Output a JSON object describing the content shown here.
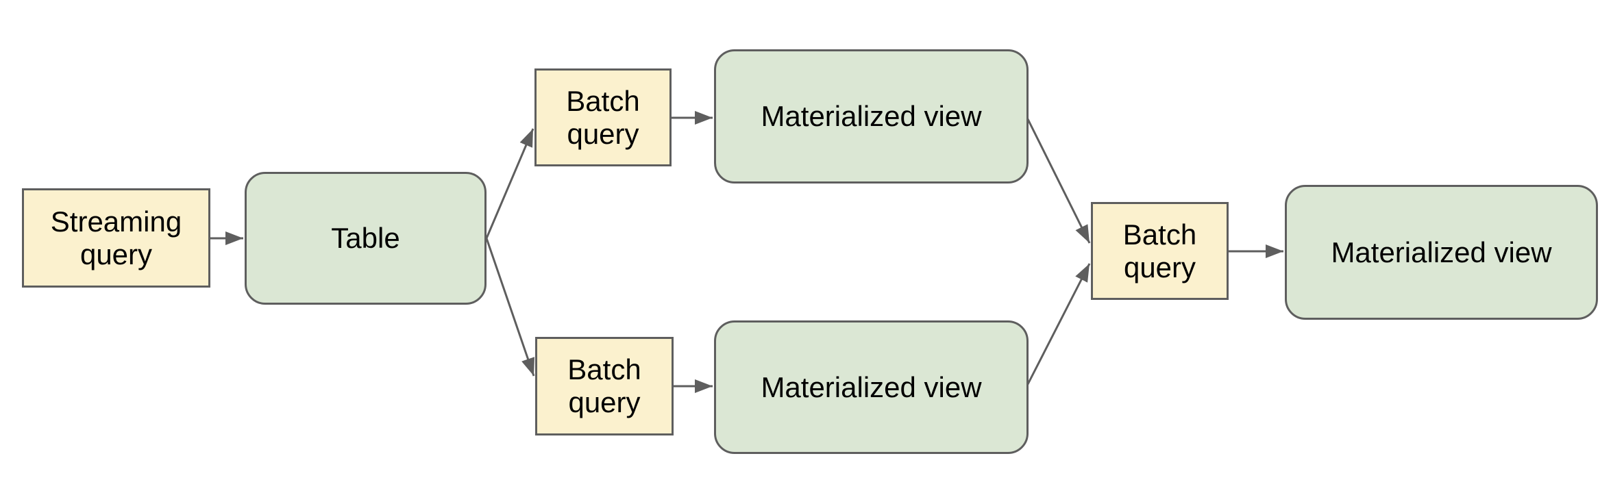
{
  "diagram": {
    "background": "#ffffff",
    "colors": {
      "query_box_fill": "#fbf1ce",
      "table_view_fill": "#dbe7d4",
      "border": "#5e5e5e",
      "connector": "#5e5e5e",
      "text": "#000000"
    },
    "nodes": [
      {
        "id": "streaming-query",
        "label": "Streaming query",
        "shape": "rectangle",
        "fill": "#fbf1ce"
      },
      {
        "id": "table",
        "label": "Table",
        "shape": "rounded-rectangle",
        "fill": "#dbe7d4"
      },
      {
        "id": "batch-query-top",
        "label": "Batch query",
        "shape": "rectangle",
        "fill": "#fbf1ce"
      },
      {
        "id": "materialized-view-top",
        "label": "Materialized view",
        "shape": "rounded-rectangle",
        "fill": "#dbe7d4"
      },
      {
        "id": "batch-query-bottom",
        "label": "Batch query",
        "shape": "rectangle",
        "fill": "#fbf1ce"
      },
      {
        "id": "materialized-view-bottom",
        "label": "Materialized view",
        "shape": "rounded-rectangle",
        "fill": "#dbe7d4"
      },
      {
        "id": "batch-query-right",
        "label": "Batch query",
        "shape": "rectangle",
        "fill": "#fbf1ce"
      },
      {
        "id": "materialized-view-right",
        "label": "Materialized view",
        "shape": "rounded-rectangle",
        "fill": "#dbe7d4"
      }
    ],
    "edges": [
      {
        "from": "streaming-query",
        "to": "table"
      },
      {
        "from": "table",
        "to": "batch-query-top"
      },
      {
        "from": "table",
        "to": "batch-query-bottom"
      },
      {
        "from": "batch-query-top",
        "to": "materialized-view-top"
      },
      {
        "from": "batch-query-bottom",
        "to": "materialized-view-bottom"
      },
      {
        "from": "materialized-view-top",
        "to": "batch-query-right"
      },
      {
        "from": "materialized-view-bottom",
        "to": "batch-query-right"
      },
      {
        "from": "batch-query-right",
        "to": "materialized-view-right"
      }
    ]
  }
}
